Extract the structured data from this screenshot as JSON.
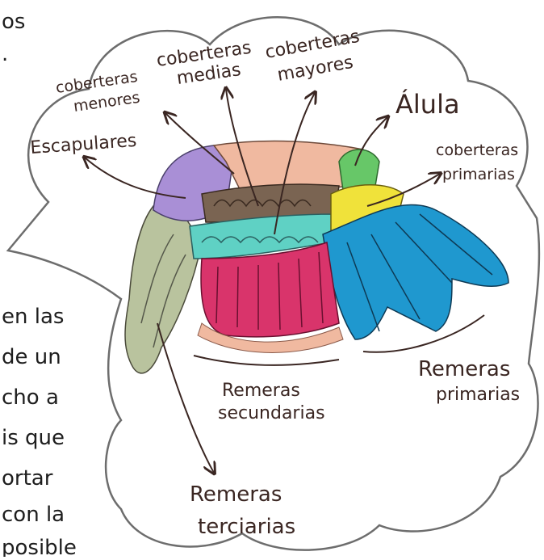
{
  "labels": {
    "coberteras_menores": [
      "coberteras",
      "menores"
    ],
    "coberteras_medias": [
      "coberteras",
      "medias"
    ],
    "coberteras_mayores": [
      "coberteras",
      "mayores"
    ],
    "alula": "Álula",
    "escapulares": "Escapulares",
    "coberteras_primarias": [
      "coberteras",
      "primarias"
    ],
    "remeras_secundarias": [
      "Remeras",
      "secundarias"
    ],
    "remeras_primarias": [
      "Remeras",
      "primarias"
    ],
    "remeras_terciarias": [
      "Remeras",
      "terciarias"
    ]
  },
  "side_text": {
    "top": [
      "os",
      "."
    ],
    "left": [
      "en las",
      "de un",
      "cho a",
      "is que",
      "ortar",
      "con la",
      "posible"
    ]
  },
  "colors": {
    "ink": "#3a2622",
    "scapulars": "#a98fd6",
    "lesser_coverts": "#f0b9a0",
    "median_coverts": "#7a6452",
    "greater_coverts": "#5fd1c4",
    "alula": "#67c768",
    "primary_coverts": "#f0e23a",
    "primaries": "#1f98cf",
    "secondaries": "#d9346b",
    "tertials": "#b9c39e"
  }
}
